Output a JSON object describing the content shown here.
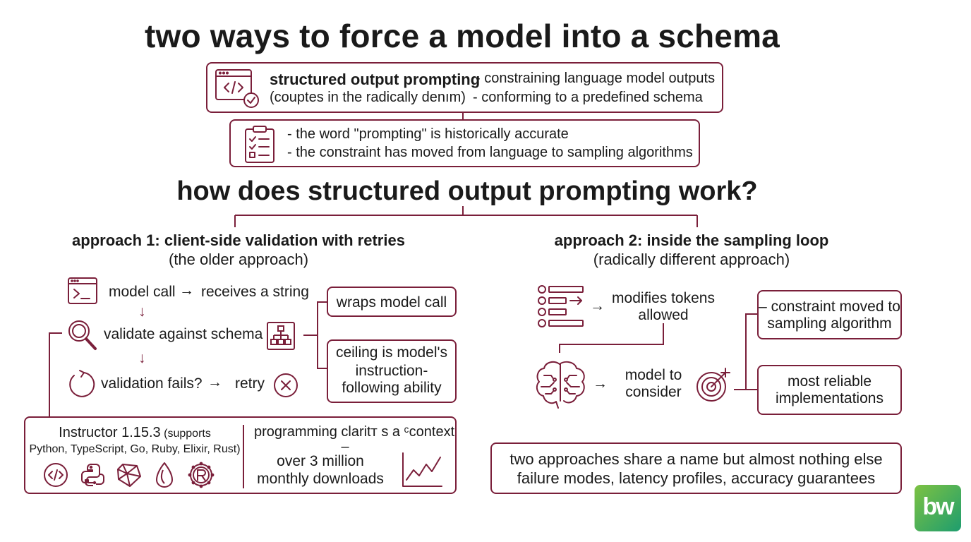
{
  "title": "two ways to force a model into a schema",
  "definition": {
    "term": "structured output prompting",
    "term_note": "(couptes in the radically denım)",
    "point_1": "- constraining language model outputs",
    "point_2": "- conforming to a predefined schema"
  },
  "history_note": {
    "line_1": "- the word \"prompting\" is historically accurate",
    "line_2": "- the constraint has moved from language to sampling algorithms"
  },
  "question": "how does structured output prompting work?",
  "approach_1": {
    "title": "approach 1: client-side validation with retries",
    "subtitle": "(the older approach)",
    "step_model_call": "model call",
    "arrow": "→",
    "step_receives": "receives a string",
    "down_arrow": "↓",
    "step_validate": "validate against schema",
    "step_fails": "validation fails?",
    "step_retry": "retry",
    "note_wraps": "wraps model call",
    "note_ceiling_1": "ceiling is model's",
    "note_ceiling_2": "instruction-",
    "note_ceiling_3": "following ability",
    "library_name": "Instructor 1.15.3",
    "library_supports_1": "(supports",
    "library_supports_2": "Python, TypeScript, Go, Ruby, Elixir, Rust)",
    "library_context": "programming claritт s a ᶜcontext",
    "library_dash": "–",
    "downloads_1": "over 3 million",
    "downloads_2": "monthly downloads"
  },
  "approach_2": {
    "title": "approach 2: inside the sampling loop",
    "subtitle": "(radically different approach)",
    "step_modifies_1": "modifies tokens",
    "step_modifies_2": "allowed",
    "step_model_1": "model to",
    "step_model_2": "consider",
    "arrow": "→",
    "note_moved_1": "– constraint moved to",
    "note_moved_2": "sampling algorithm",
    "note_reliable_1": "most reliable",
    "note_reliable_2": "implementations"
  },
  "conclusion": {
    "line_1": "two approaches share a name but almost nothing else",
    "line_2": "failure modes, latency profiles, accuracy guarantees"
  },
  "logo": {
    "text": "bw"
  },
  "colors": {
    "accent": "#7a1f3a",
    "text": "#1a1a1a",
    "logo_start": "#7dc242",
    "logo_end": "#1e9d6e"
  },
  "icons": [
    "code-window-check-icon",
    "clipboard-checklist-icon",
    "terminal-icon",
    "magnifier-icon",
    "hierarchy-icon",
    "refresh-icon",
    "close-circle-icon",
    "code-icon",
    "python-icon",
    "ruby-icon",
    "elixir-icon",
    "rust-icon",
    "trend-chart-icon",
    "token-list-icon",
    "brain-icon",
    "target-icon"
  ]
}
